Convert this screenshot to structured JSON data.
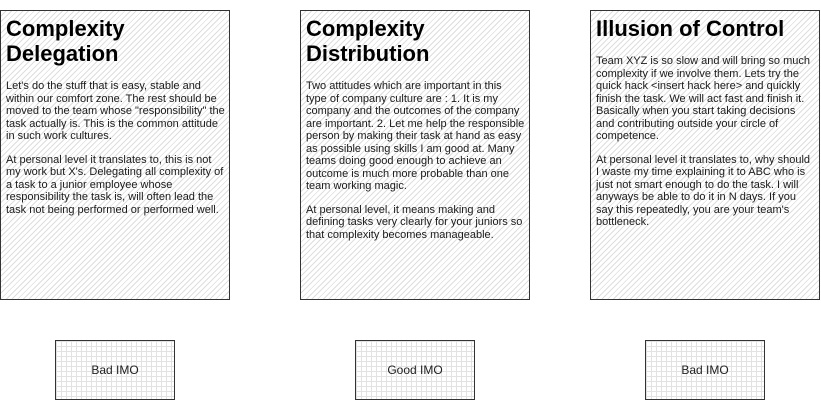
{
  "cards": [
    {
      "title": "Complexity Delegation",
      "paragraphs": [
        "Let's do the stuff that is easy, stable and within our comfort zone. The rest should be moved to the team whose \"responsibility\" the task actually is. This is the common attitude in such work cultures.",
        "At personal level it translates to, this is not my work but X's. Delegating all complexity of a task to a junior employee whose responsibility the task is, will often lead the task not being performed or performed well."
      ]
    },
    {
      "title": "Complexity Distribution",
      "paragraphs": [
        "Two attitudes which are important in this type of company culture are : 1. It is my company and the outcomes of the company are important. 2. Let me help the responsible person by making their task at hand as easy as possible using skills I am good at. Many teams doing good enough to achieve an outcome is much more probable than one team working magic.",
        "At personal level, it means making and defining tasks very clearly for your juniors so that complexity becomes manageable."
      ]
    },
    {
      "title": "Illusion of Control",
      "paragraphs": [
        "Team XYZ is so slow and will bring so much complexity if we involve them. Lets try the quick hack <insert hack here> and quickly finish the task. We will act fast and finish it. Basically when you start taking decisions and contributing outside your circle of competence.",
        "At personal level it translates to, why should I waste my time explaining it to ABC who is just not smart enough to do the task. I will anyways be able to do it in N days. If you say this repeatedly, you are your team's bottleneck."
      ]
    }
  ],
  "tags": [
    {
      "label": "Bad IMO"
    },
    {
      "label": "Good IMO"
    },
    {
      "label": "Bad IMO"
    }
  ]
}
